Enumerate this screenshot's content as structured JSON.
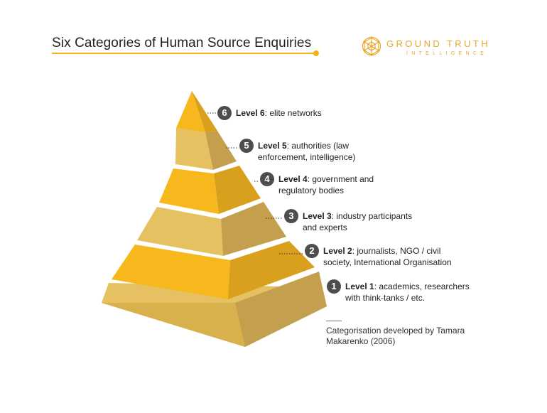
{
  "title": "Six Categories of Human Source Enquiries",
  "logo": {
    "name": "GROUND TRUTH",
    "subtitle": "INTELLIGENCE",
    "icon": "network-sphere-icon",
    "color": "#e8a92a"
  },
  "levels": [
    {
      "number": "1",
      "name": "Level 1",
      "description": ": academics, researchers with think-tanks / etc."
    },
    {
      "number": "2",
      "name": "Level 2",
      "description": ": journalists, NGO / civil society, International Organisation"
    },
    {
      "number": "3",
      "name": "Level 3",
      "description": ": industry participants and experts"
    },
    {
      "number": "4",
      "name": "Level 4",
      "description": ": government and regulatory bodies"
    },
    {
      "number": "5",
      "name": "Level 5",
      "description": ": authorities (law enforcement, intelligence)"
    },
    {
      "number": "6",
      "name": "Level 6",
      "description": ": elite networks"
    }
  ],
  "note": "Categorisation developed by Tamara Makarenko (2006)",
  "colors": {
    "accent": "#f3b516",
    "badge": "#4d4d4d",
    "face_bright": "#f7b81c",
    "face_pale": "#e6c162",
    "side_bright": "#d9a01d",
    "side_pale": "#c4a04e"
  }
}
